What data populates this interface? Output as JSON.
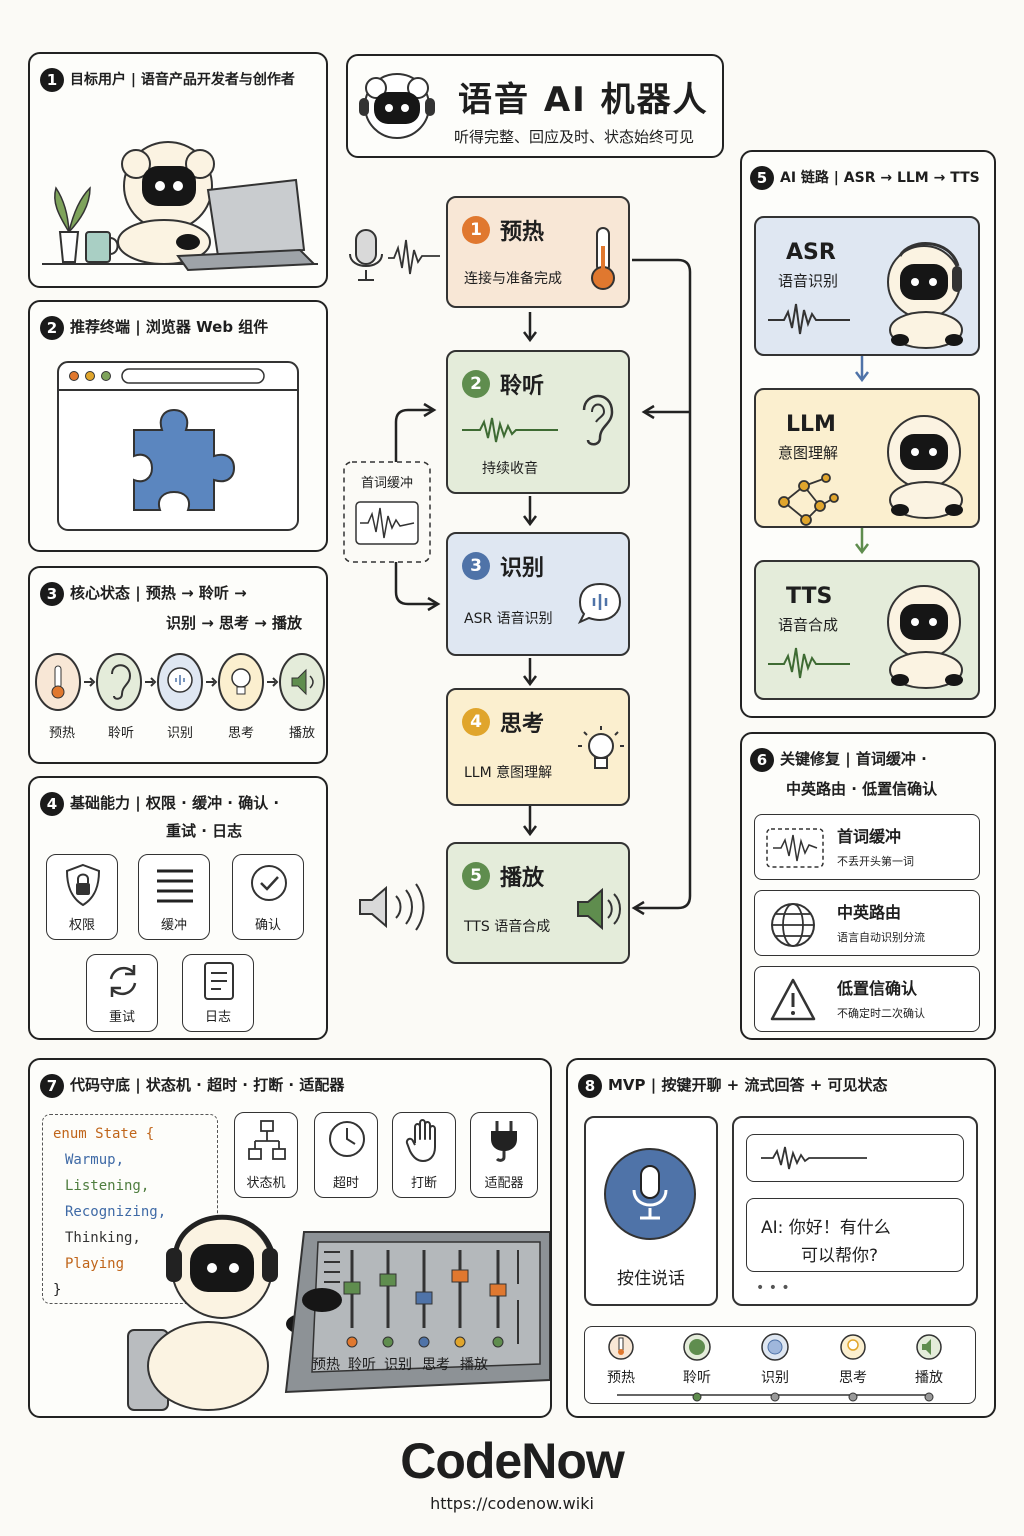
{
  "header": {
    "title": "语音 AI 机器人",
    "subtitle": "听得完整、回应及时、状态始终可见"
  },
  "panel1": {
    "num": "1",
    "title": "目标用户 | 语音产品开发者与创作者"
  },
  "panel2": {
    "num": "2",
    "title": "推荐终端 | 浏览器 Web 组件"
  },
  "panel3": {
    "num": "3",
    "title_line1": "核心状态 | 预热 → 聆听 →",
    "title_line2": "识别 → 思考 → 播放",
    "states": [
      "预热",
      "聆听",
      "识别",
      "思考",
      "播放"
    ]
  },
  "panel4": {
    "num": "4",
    "title_line1": "基础能力 | 权限 · 缓冲 · 确认 ·",
    "title_line2": "重试 · 日志",
    "caps": [
      "权限",
      "缓冲",
      "确认",
      "重试",
      "日志"
    ]
  },
  "flow": {
    "stages": [
      {
        "num": "1",
        "name": "预热",
        "desc": "连接与准备完成"
      },
      {
        "num": "2",
        "name": "聆听",
        "desc": "持续收音"
      },
      {
        "num": "3",
        "name": "识别",
        "desc": "ASR 语音识别"
      },
      {
        "num": "4",
        "name": "思考",
        "desc": "LLM 意图理解"
      },
      {
        "num": "5",
        "name": "播放",
        "desc": "TTS 语音合成"
      }
    ],
    "buffer_label": "首词缓冲"
  },
  "panel5": {
    "num": "5",
    "title": "AI 链路 | ASR → LLM → TTS",
    "items": [
      {
        "name": "ASR",
        "desc": "语音识别"
      },
      {
        "name": "LLM",
        "desc": "意图理解"
      },
      {
        "name": "TTS",
        "desc": "语音合成"
      }
    ]
  },
  "panel6": {
    "num": "6",
    "title_line1": "关键修复 | 首词缓冲 ·",
    "title_line2": "中英路由 · 低置信确认",
    "fixes": [
      {
        "title": "首词缓冲",
        "desc": "不丢开头第一词"
      },
      {
        "title": "中英路由",
        "desc": "语言自动识别分流"
      },
      {
        "title": "低置信确认",
        "desc": "不确定时二次确认"
      }
    ]
  },
  "panel7": {
    "num": "7",
    "title": "代码守底 | 状态机 · 超时 · 打断 · 适配器",
    "code": [
      "enum State {",
      "Warmup,",
      "Listening,",
      "Recognizing,",
      "Thinking,",
      "Playing",
      "}"
    ],
    "tools": [
      "状态机",
      "超时",
      "打断",
      "适配器"
    ],
    "mixer_labels": [
      "预热",
      "聆听",
      "识别",
      "思考",
      "播放"
    ]
  },
  "panel8": {
    "num": "8",
    "title": "MVP | 按键开聊 + 流式回答 + 可见状态",
    "talk_label": "按住说话",
    "reply_line1": "AI: 你好！有什么",
    "reply_line2": "可以帮你?",
    "typing": "• • •",
    "states": [
      "预热",
      "聆听",
      "识别",
      "思考",
      "播放"
    ]
  },
  "footer": {
    "brand": "CodeNow",
    "url": "https://codenow.wiki"
  },
  "colors": {
    "warm": "#f8e7d6",
    "warm_accent": "#e0782f",
    "green": "#e4ecda",
    "green_accent": "#5f8d4e",
    "blue": "#dfe7f2",
    "blue_accent": "#4f73a8",
    "yellow": "#fbefcf",
    "yellow_accent": "#e0a52c",
    "puzzle": "#5b86bf"
  }
}
